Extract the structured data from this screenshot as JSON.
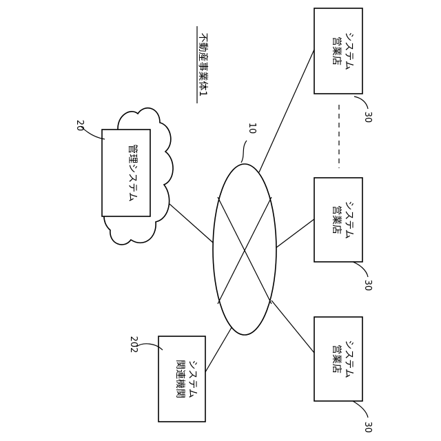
{
  "title": "不動産事業体1",
  "network": {
    "ref": "10"
  },
  "management": {
    "label": "管理システム",
    "ref": "20"
  },
  "related": {
    "label_line1": "関連機関",
    "label_line2": "システム",
    "ref": "202"
  },
  "stores": [
    {
      "label_line1": "営業店",
      "label_line2": "システム",
      "ref": "30"
    },
    {
      "label_line1": "営業店",
      "label_line2": "システム",
      "ref": "30"
    },
    {
      "label_line1": "営業店",
      "label_line2": "システム",
      "ref": "30"
    }
  ]
}
